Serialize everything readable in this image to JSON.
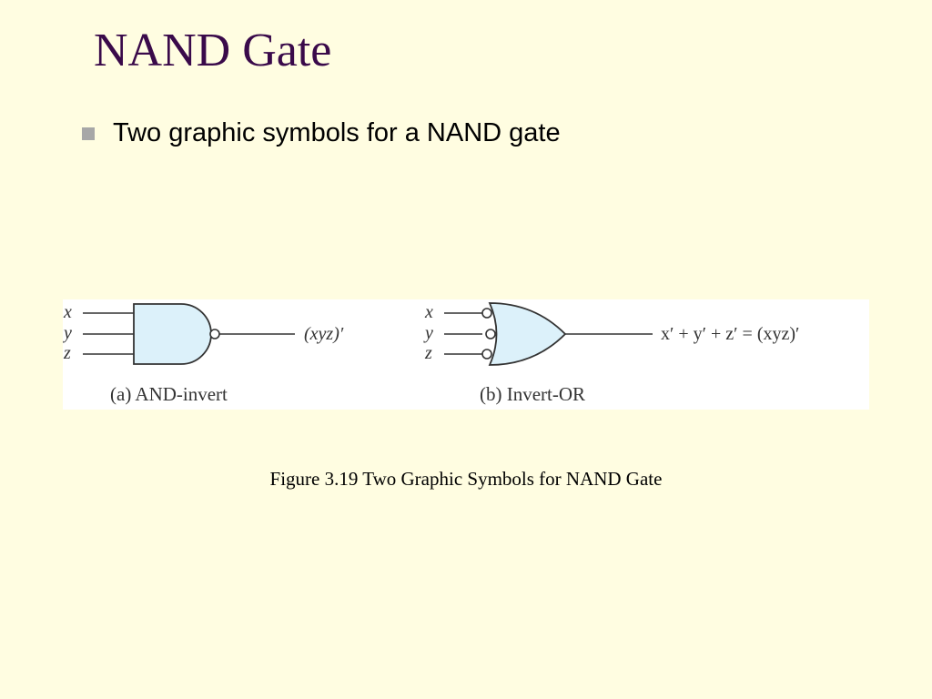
{
  "slide": {
    "title": "NAND Gate",
    "bullet": "Two graphic symbols for a NAND gate",
    "caption": "Figure 3.19 Two Graphic Symbols for NAND Gate"
  },
  "figure": {
    "gate_a": {
      "inputs": [
        "x",
        "y",
        "z"
      ],
      "output": "(xyz)′",
      "label": "(a) AND-invert"
    },
    "gate_b": {
      "inputs": [
        "x",
        "y",
        "z"
      ],
      "output": "x′ + y′ + z′ = (xyz)′",
      "label": "(b) Invert-OR"
    }
  },
  "colors": {
    "background": "#FFFDE1",
    "title": "#3A0A4A",
    "gate_fill": "#DCF1FA",
    "bullet": "#A7A7A7"
  }
}
